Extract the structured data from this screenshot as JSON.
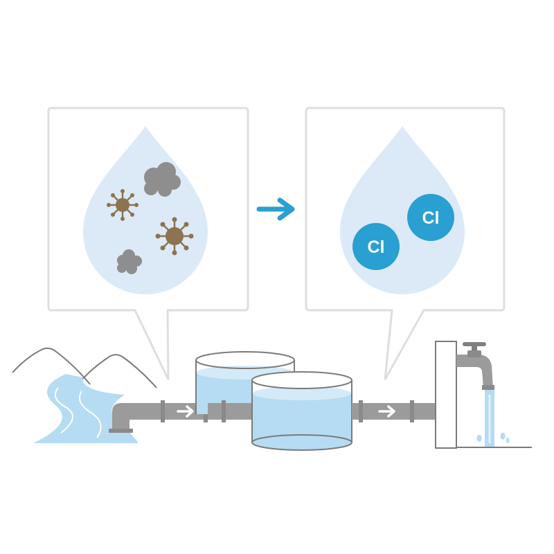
{
  "colors": {
    "background": "#ffffff",
    "callout_border": "#dedede",
    "droplet_fill": "#dbeaf6",
    "water": "#b5dcf2",
    "pipe": "#9b9b9b",
    "pipe_dark": "#7f7f7f",
    "microbe": "#8c7352",
    "dirt": "#8e8e8e",
    "chlorine": "#2a9fd1",
    "arrow": "#2a9fd1",
    "river": "#b5dcf2",
    "mountain_line": "#7a7a7a"
  },
  "callouts": {
    "before": {
      "contents": [
        "dirt-clump",
        "dirt-clump",
        "microbe",
        "microbe"
      ]
    },
    "after": {
      "contents": [
        "chlorine-atom",
        "chlorine-atom"
      ],
      "chlorine_labels": [
        "Cl",
        "Cl"
      ]
    }
  },
  "process": {
    "stages": [
      "river",
      "intake-pipe",
      "treatment-tank",
      "treatment-tank",
      "outlet-pipe",
      "faucet"
    ],
    "flow_arrows": [
      "right-arrow-icon",
      "right-arrow-icon"
    ],
    "between_callouts_arrow": "right-arrow-icon"
  }
}
